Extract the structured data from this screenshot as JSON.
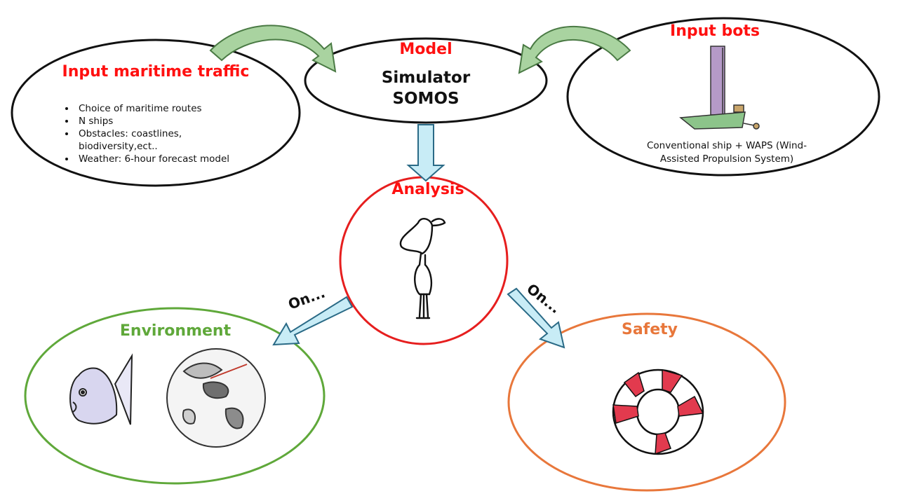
{
  "model": {
    "title": "Model",
    "line1": "Simulator",
    "line2": "SOMOS"
  },
  "input_traffic": {
    "title": "Input maritime traffic",
    "items": [
      "Choice of maritime routes",
      "N ships",
      "Obstacles: coastlines,",
      "biodiversity,ect..",
      "Weather: 6-hour forecast model"
    ]
  },
  "input_bots": {
    "title": "Input bots",
    "caption_line1": "Conventional ship + WAPS (Wind-",
    "caption_line2": "Assisted Propulsion System)"
  },
  "analysis": {
    "title": "Analysis"
  },
  "environment": {
    "title": "Environment"
  },
  "safety": {
    "title": "Safety"
  },
  "connectors": {
    "left_label": "On...",
    "right_label": "On..."
  },
  "colors": {
    "red_title": "#ff1010",
    "environment_green": "#5fa83a",
    "safety_orange": "#e8773b",
    "analysis_red": "#e61e1e",
    "arrow_blue_fill": "#c8ecf6",
    "arrow_green_fill": "#a9d3a0"
  }
}
